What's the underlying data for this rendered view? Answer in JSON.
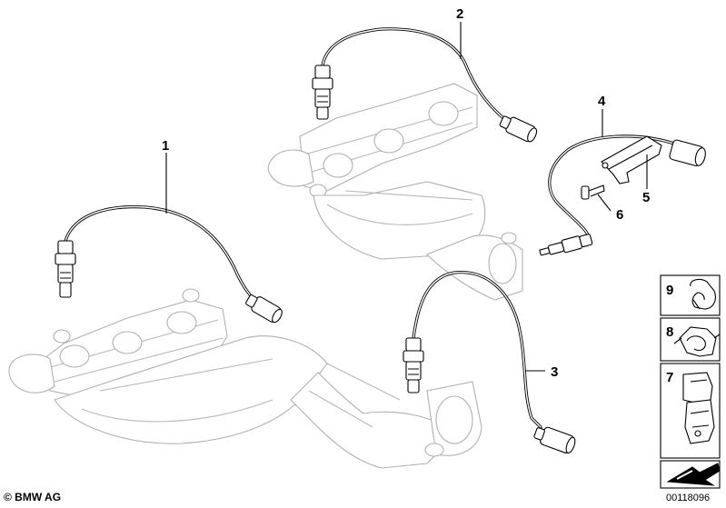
{
  "callouts": {
    "part1": "1",
    "part2": "2",
    "part3": "3",
    "part4": "4",
    "part5": "5",
    "part6": "6",
    "part7": "7",
    "part8": "8",
    "part9": "9"
  },
  "footer": {
    "copyright": "© BMW AG",
    "diagram_id": "00118096"
  }
}
